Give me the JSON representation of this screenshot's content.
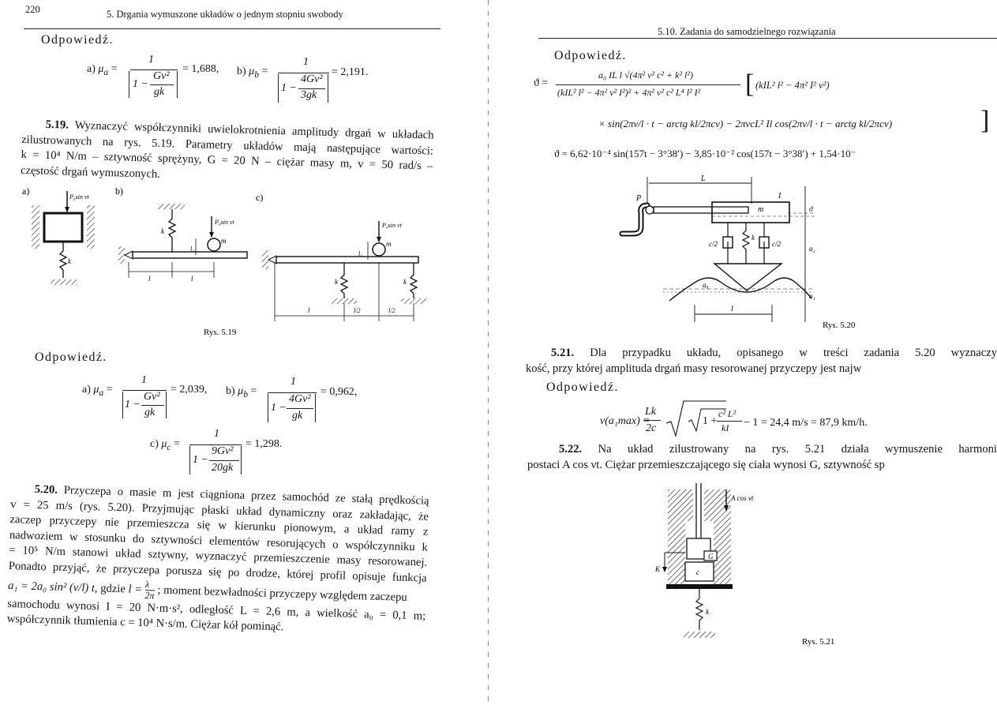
{
  "left": {
    "page_number": "220",
    "running_head": "5. Drgania wymuszone układów o jednym stopniu swobody",
    "answer1": {
      "heading": "Odpowiedź.",
      "a": {
        "label": "a)",
        "sym": "μ",
        "sub": "a",
        "num": "1",
        "inner_num": "Gv²",
        "inner_den": "gk",
        "one": "1 −",
        "result": "= 1,688,",
        "eq": "="
      },
      "b": {
        "label": "b)",
        "sym": "μ",
        "sub": "b",
        "num": "1",
        "inner_num": "4Gv²",
        "inner_den": "3gk",
        "one": "1 −",
        "result": "= 2,191.",
        "eq": "="
      }
    },
    "problem_519": {
      "number": "5.19.",
      "lines": [
        "Wyznaczyć współczynniki uwielokrotnienia amplitudy drgań w układach",
        "zilustrowanych na rys. 5.19. Parametry układów mają następujące wartości:",
        "k = 10⁴ N/m – sztywność sprężyny, G = 20 N – ciężar masy m, v = 50 rad/s –",
        "częstość drgań wymuszonych."
      ]
    },
    "fig519": {
      "label_a": "a)",
      "label_b": "b)",
      "label_c": "c)",
      "force": "P₀sin νt",
      "k": "k",
      "m": "m",
      "l": "l",
      "l1": "l₁",
      "l2": "l/2",
      "caption": "Rys. 5.19"
    },
    "answer2": {
      "heading": "Odpowiedź.",
      "a": {
        "label": "a)",
        "sym": "μ",
        "sub": "a",
        "num": "1",
        "inner_num": "Gv²",
        "inner_den": "gk",
        "one": "1 −",
        "result": "= 2,039,",
        "eq": "="
      },
      "b": {
        "label": "b)",
        "sym": "μ",
        "sub": "b",
        "num": "1",
        "inner_num": "4Gv²",
        "inner_den": "gk",
        "one": "1 −",
        "result": "= 0,962,",
        "eq": "="
      },
      "c": {
        "label": "c)",
        "sym": "μ",
        "sub": "c",
        "num": "1",
        "inner_num": "9Gv²",
        "inner_den": "20gk",
        "one": "1 −",
        "result": "= 1,298.",
        "eq": "="
      }
    },
    "problem_520": {
      "number": "5.20.",
      "lines": [
        "Przyczepa o masie m jest ciągniona przez samochód ze stałą prędkością",
        "v = 25 m/s (rys. 5.20). Przyjmując płaski układ dynamiczny oraz zakładając, że",
        "zaczep przyczepy nie przemieszcza się w kierunku pionowym, a układ ramy z",
        "nadwoziem w stosunku do sztywności elementów resorujących o współczynniku k",
        "= 10⁵ N/m stanowi układ sztywny, wyznaczyć przemieszczenie masy resorowanej.",
        "Ponadto przyjąć, że przyczepa porusza się po drodze, której profil opisuje funkcja"
      ],
      "formula_left": "a₁ = 2a₀ sin² (v/l) t,",
      "formula_where": "gdzie",
      "formula_l": "l =",
      "formula_lambda": "λ",
      "formula_2pi": "2π",
      "formula_tail": "; moment bezwładności przyczepy względem zaczepu",
      "lines2": [
        "samochodu wynosi I = 20 N·m·s², odległość L = 2,6 m, a wielkość a₀ = 0,1 m;",
        "współczynnik tłumienia c = 10⁴ N·s/m. Ciężar kół pominąć."
      ]
    }
  },
  "right": {
    "running_head": "5.10. Zadania do samodzielnego rozwiązania",
    "answer": {
      "heading": "Odpowiedź.",
      "theta_lhs": "ϑ =",
      "theta_num": "a₀ IL l √(4π² v² c² + k² l²)",
      "theta_den": "(kIL² l² − 4π² v² I²)² + 4π² v² c² L⁴ l² I²",
      "bracket_head": "(kIL² l² − 4π² I² v²)",
      "line2": "× sin(2πv/l · t − arctg kl/2πcv) − 2πvcL² Il cos(2πv/l · t − arctg kl/2πcv)",
      "line3": "ϑ = 6,62·10⁻⁴ sin(157t − 3°38′) − 3,85·10⁻² cos(157t − 3°38′) + 1,54·10⁻"
    },
    "fig520": {
      "L": "L",
      "P": "P",
      "I": "I",
      "m": "m",
      "theta": "ϑ",
      "c2": "c/2",
      "k": "k",
      "a2": "a₂",
      "a0": "a₀",
      "a1": "a₁",
      "l": "l",
      "caption": "Rys. 5.20"
    },
    "problem_521": {
      "number": "5.21.",
      "lines": [
        "Dla przypadku układu, opisanego w treści zadania 5.20 wyznaczy",
        "kość, przy której amplituda drgań masy resorowanej przyczepy jest najw"
      ]
    },
    "answer521": {
      "heading": "Odpowiedź.",
      "lhs": "v(a₁max) =",
      "frac_num": "Lk",
      "frac_den": "2c",
      "inner_num": "c² L²",
      "inner_den": "kI",
      "one_plus": "1 +",
      "minus_one": "− 1 = 24,4 m/s = 87,9 km/h."
    },
    "problem_522": {
      "number": "5.22.",
      "lines": [
        "Na układ zilustrowany na rys. 5.21 działa wymuszenie harmoni",
        "postaci A cos νt. Ciężar przemieszczającego się ciała wynosi G, sztywność sp"
      ]
    },
    "fig521": {
      "force": "A cos νt",
      "G": "G",
      "c": "c",
      "K": "K",
      "k": "k",
      "caption": "Rys. 5.21"
    }
  }
}
